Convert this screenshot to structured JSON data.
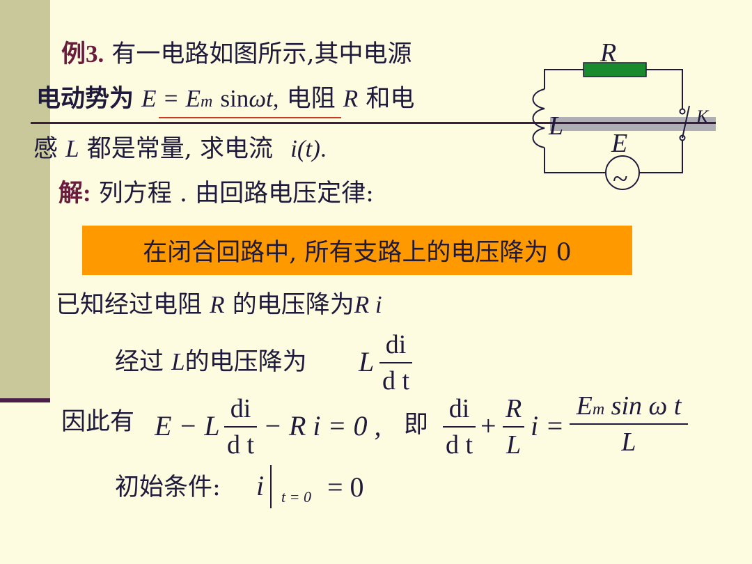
{
  "problem": {
    "label": "例3.",
    "line1": "有一电路如图所示,其中电源",
    "line2_prefix": "电动势为",
    "emf_E": "E",
    "eq": "=",
    "emf_Em": "E",
    "emf_sub": "m",
    "sin": "sin",
    "omega_t": "ωt,",
    "line2_suffix_a": "电阻",
    "R": "R",
    "line2_suffix_b": "和电",
    "line3_a": "感",
    "L": "L",
    "line3_b": "都是常量, 求电流",
    "current": "i(t)",
    "period": "."
  },
  "solution": {
    "label": "解:",
    "text": "列方程 . 由回路电压定律:",
    "callout": "在闭合回路中, 所有支路上的电压降为 0",
    "resistor_line_a": "已知经过电阻",
    "resistor_R": "R",
    "resistor_line_b": "的电压降为",
    "resistor_Ri": "R i",
    "inductor_a": "经过",
    "inductor_L": "L",
    "inductor_b": "的电压降为",
    "inductor_expr_L": "L",
    "di": "di",
    "dt": "d t",
    "therefore": "因此有",
    "eq1_a": "E − L",
    "eq1_b": "− R i = 0 ,",
    "ie": "即",
    "eq2_R": "R",
    "eq2_L": "L",
    "eq2_plus": "+",
    "eq2_i": "i =",
    "eq2_Em": "E",
    "eq2_m": "m",
    "eq2_sin": "sin ω t",
    "eq2_den": "L",
    "initial": "初始条件:",
    "init_i": "i",
    "init_sub": "t = 0",
    "init_val": "= 0"
  },
  "circuit": {
    "R": "R",
    "L": "L",
    "E": "E",
    "K": "K",
    "source_symbol": "~",
    "resistor_color": "#1a8a2e"
  }
}
